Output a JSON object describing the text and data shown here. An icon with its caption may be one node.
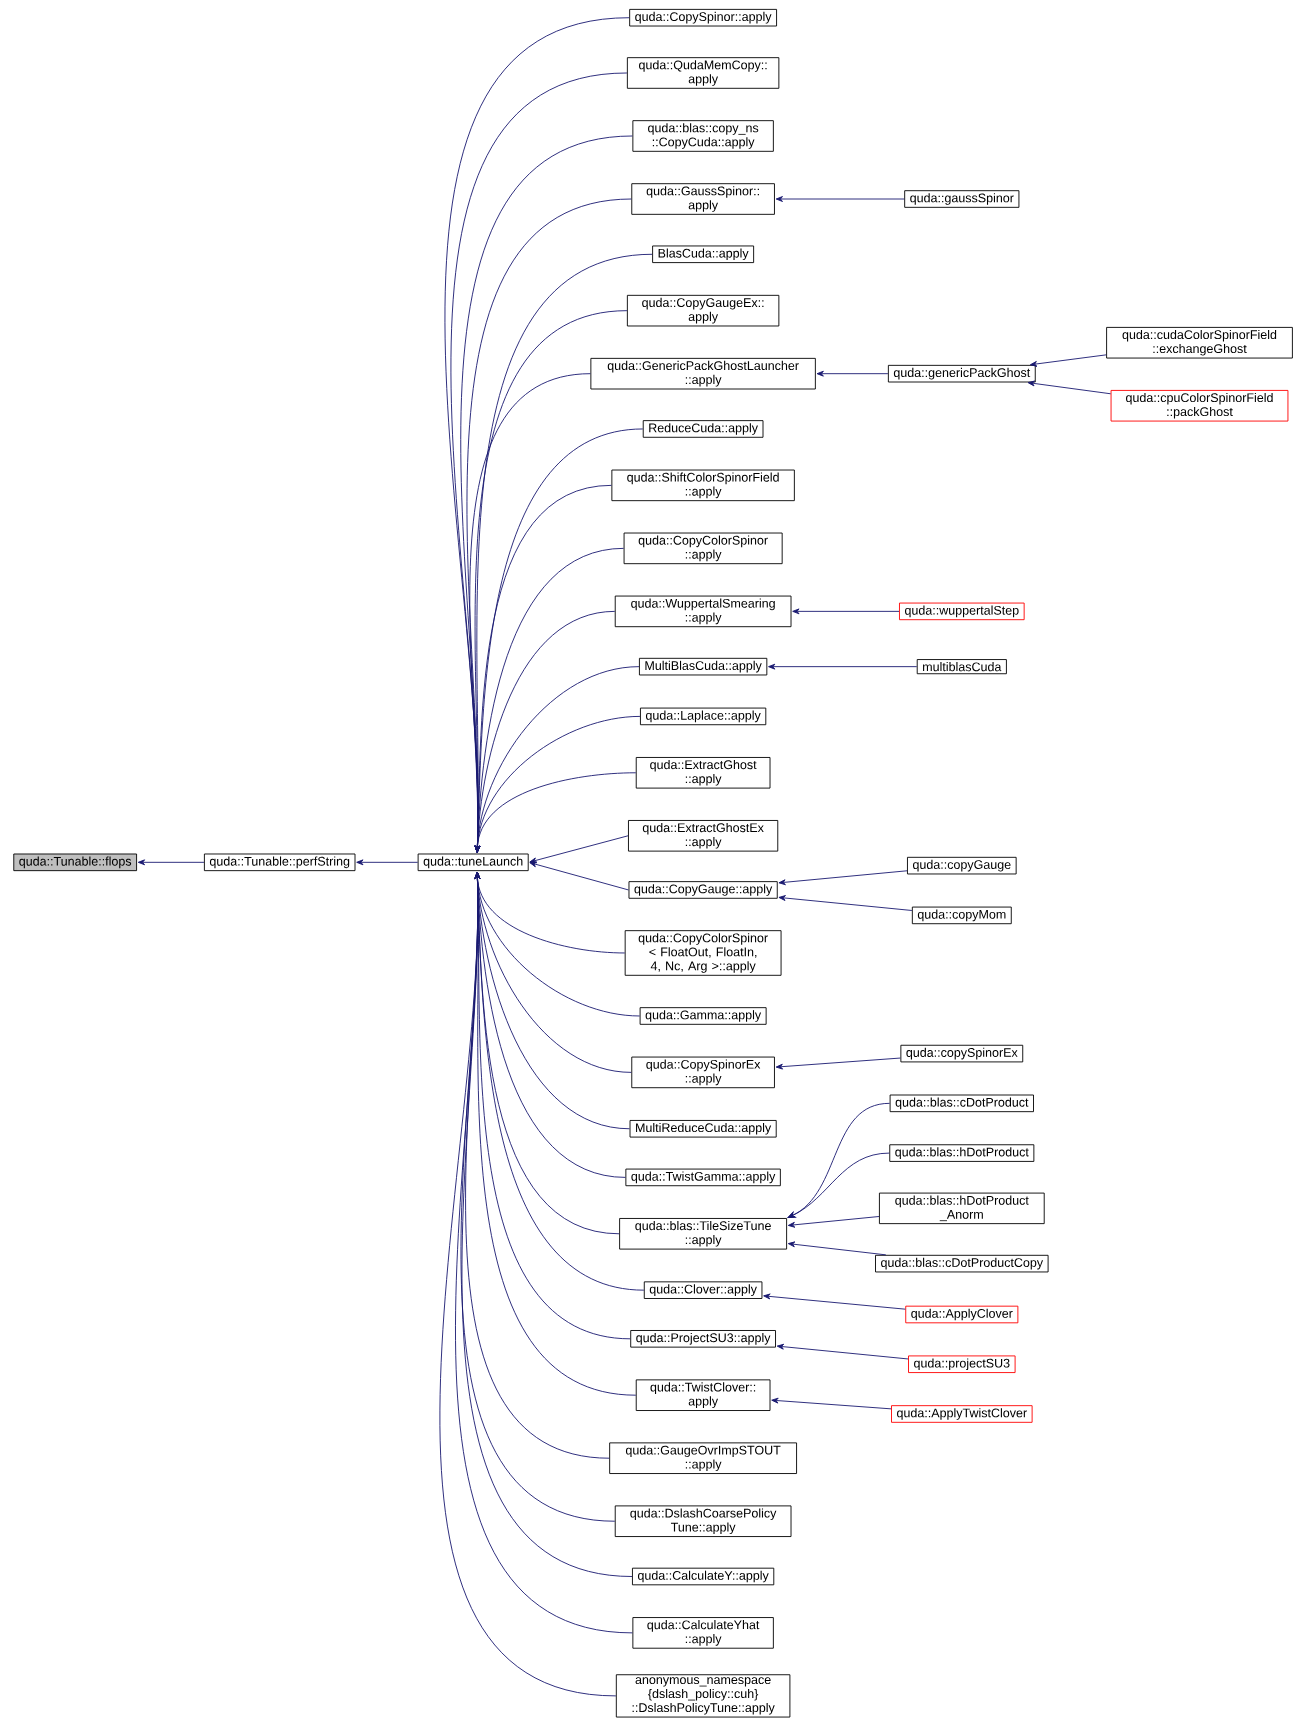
{
  "diagram": {
    "nodes": [
      {
        "text": [
          "quda::Tunable::flops"
        ]
      },
      {
        "text": [
          "quda::Tunable::perfString"
        ]
      },
      {
        "text": [
          "quda::tuneLaunch"
        ]
      },
      {
        "text": [
          "quda::CopySpinor::apply"
        ]
      },
      {
        "text": [
          "quda::QudaMemCopy:: apply"
        ]
      },
      {
        "text": [
          "quda::blas::copy_ns ::CopyCuda::apply"
        ]
      },
      {
        "text": [
          "quda::GaussSpinor:: apply"
        ]
      },
      {
        "text": [
          "BlasCuda::apply"
        ]
      },
      {
        "text": [
          "quda::CopyGaugeEx:: apply"
        ]
      },
      {
        "text": [
          "quda::GenericPackGhostLauncher ::apply"
        ]
      },
      {
        "text": [
          "ReduceCuda::apply"
        ]
      },
      {
        "text": [
          "quda::ShiftColorSpinorField ::apply"
        ]
      },
      {
        "text": [
          "quda::CopyColorSpinor ::apply"
        ]
      },
      {
        "text": [
          "quda::WuppertalSmearing ::apply"
        ]
      },
      {
        "text": [
          "MultiBlasCuda::apply"
        ]
      },
      {
        "text": [
          "quda::Laplace::apply"
        ]
      },
      {
        "text": [
          "quda::ExtractGhost ::apply"
        ]
      },
      {
        "text": [
          "quda::ExtractGhostEx ::apply"
        ]
      },
      {
        "text": [
          "quda::CopyGauge::apply"
        ]
      },
      {
        "text": [
          "quda::CopyColorSpinor < FloatOut, FloatIn, 4, Nc, Arg >::apply"
        ]
      },
      {
        "text": [
          "quda::Gamma::apply"
        ]
      },
      {
        "text": [
          "quda::CopySpinorEx ::apply"
        ]
      },
      {
        "text": [
          "MultiReduceCuda::apply"
        ]
      },
      {
        "text": [
          "quda::TwistGamma::apply"
        ]
      },
      {
        "text": [
          "quda::blas::TileSizeTune ::apply"
        ]
      },
      {
        "text": [
          "quda::Clover::apply"
        ]
      },
      {
        "text": [
          "quda::ProjectSU3::apply"
        ]
      },
      {
        "text": [
          "quda::TwistClover:: apply"
        ]
      },
      {
        "text": [
          "quda::GaugeOvrImpSTOUT ::apply"
        ]
      },
      {
        "text": [
          "quda::DslashCoarsePolicy Tune::apply"
        ]
      },
      {
        "text": [
          "quda::CalculateY::apply"
        ]
      },
      {
        "text": [
          "quda::CalculateYhat ::apply"
        ]
      },
      {
        "text": [
          "anonymous_namespace {dslash_policy::cuh} ::DslashPolicyTune::apply"
        ]
      },
      {
        "text": [
          "quda::gaussSpinor"
        ]
      },
      {
        "text": [
          "quda::genericPackGhost"
        ]
      },
      {
        "text": [
          "quda::wuppertalStep"
        ]
      },
      {
        "text": [
          "multiblasCuda"
        ]
      },
      {
        "text": [
          "quda::copyGauge"
        ]
      },
      {
        "text": [
          "quda::copyMom"
        ]
      },
      {
        "text": [
          "quda::copySpinorEx"
        ]
      },
      {
        "text": [
          "quda::blas::cDotProduct"
        ]
      },
      {
        "text": [
          "quda::blas::hDotProduct"
        ]
      },
      {
        "text": [
          "quda::blas::hDotProduct _Anorm"
        ]
      },
      {
        "text": [
          "quda::blas::cDotProductCopy"
        ]
      },
      {
        "text": [
          "quda::ApplyClover"
        ]
      },
      {
        "text": [
          "quda::projectSU3"
        ]
      },
      {
        "text": [
          "quda::ApplyTwistClover"
        ]
      },
      {
        "text": [
          "quda::cudaColorSpinorField ::exchangeGhost"
        ]
      },
      {
        "text": [
          "quda::cpuColorSpinorField ::packGhost"
        ]
      }
    ],
    "edges": [
      {
        "from": 1,
        "to": 0,
        "arrow": "to"
      },
      {
        "from": 2,
        "to": 1,
        "arrow": "to"
      },
      {
        "from": 3,
        "to": 2,
        "arrow": "to"
      },
      {
        "from": 4,
        "to": 2,
        "arrow": "to"
      },
      {
        "from": 5,
        "to": 2,
        "arrow": "to"
      },
      {
        "from": 6,
        "to": 2,
        "arrow": "to"
      },
      {
        "from": 7,
        "to": 2,
        "arrow": "to"
      },
      {
        "from": 8,
        "to": 2,
        "arrow": "to"
      },
      {
        "from": 9,
        "to": 2,
        "arrow": "to"
      },
      {
        "from": 10,
        "to": 2,
        "arrow": "to"
      },
      {
        "from": 11,
        "to": 2,
        "arrow": "to"
      },
      {
        "from": 12,
        "to": 2,
        "arrow": "to"
      },
      {
        "from": 13,
        "to": 2,
        "arrow": "to"
      },
      {
        "from": 14,
        "to": 2,
        "arrow": "to"
      },
      {
        "from": 15,
        "to": 2,
        "arrow": "to"
      },
      {
        "from": 16,
        "to": 2,
        "arrow": "to"
      },
      {
        "from": 17,
        "to": 2,
        "arrow": "to"
      },
      {
        "from": 18,
        "to": 2,
        "arrow": "to"
      },
      {
        "from": 19,
        "to": 2,
        "arrow": "to"
      },
      {
        "from": 20,
        "to": 2,
        "arrow": "to"
      },
      {
        "from": 21,
        "to": 2,
        "arrow": "to"
      },
      {
        "from": 22,
        "to": 2,
        "arrow": "to"
      },
      {
        "from": 23,
        "to": 2,
        "arrow": "to"
      },
      {
        "from": 24,
        "to": 2,
        "arrow": "to"
      },
      {
        "from": 25,
        "to": 2,
        "arrow": "to"
      },
      {
        "from": 26,
        "to": 2,
        "arrow": "to"
      },
      {
        "from": 27,
        "to": 2,
        "arrow": "to"
      },
      {
        "from": 28,
        "to": 2,
        "arrow": "to"
      },
      {
        "from": 29,
        "to": 2,
        "arrow": "to"
      },
      {
        "from": 30,
        "to": 2,
        "arrow": "to"
      },
      {
        "from": 31,
        "to": 2,
        "arrow": "to"
      },
      {
        "from": 32,
        "to": 2,
        "arrow": "to"
      },
      {
        "from": 33,
        "to": 6,
        "arrow": "to"
      },
      {
        "from": 34,
        "to": 9,
        "arrow": "to"
      },
      {
        "from": 47,
        "to": 34,
        "arrow": "to"
      },
      {
        "from": 48,
        "to": 34,
        "arrow": "to"
      },
      {
        "from": 35,
        "to": 13,
        "arrow": "to"
      },
      {
        "from": 36,
        "to": 14,
        "arrow": "to"
      },
      {
        "from": 37,
        "to": 18,
        "arrow": "to"
      },
      {
        "from": 38,
        "to": 18,
        "arrow": "to"
      },
      {
        "from": 39,
        "to": 21,
        "arrow": "to"
      },
      {
        "from": 40,
        "to": 24,
        "arrow": "to"
      },
      {
        "from": 41,
        "to": 24,
        "arrow": "to"
      },
      {
        "from": 42,
        "to": 24,
        "arrow": "to"
      },
      {
        "from": 43,
        "to": 24,
        "arrow": "to"
      },
      {
        "from": 44,
        "to": 25,
        "arrow": "to"
      },
      {
        "from": 45,
        "to": 26,
        "arrow": "to"
      },
      {
        "from": 46,
        "to": 27,
        "arrow": "to"
      }
    ]
  }
}
